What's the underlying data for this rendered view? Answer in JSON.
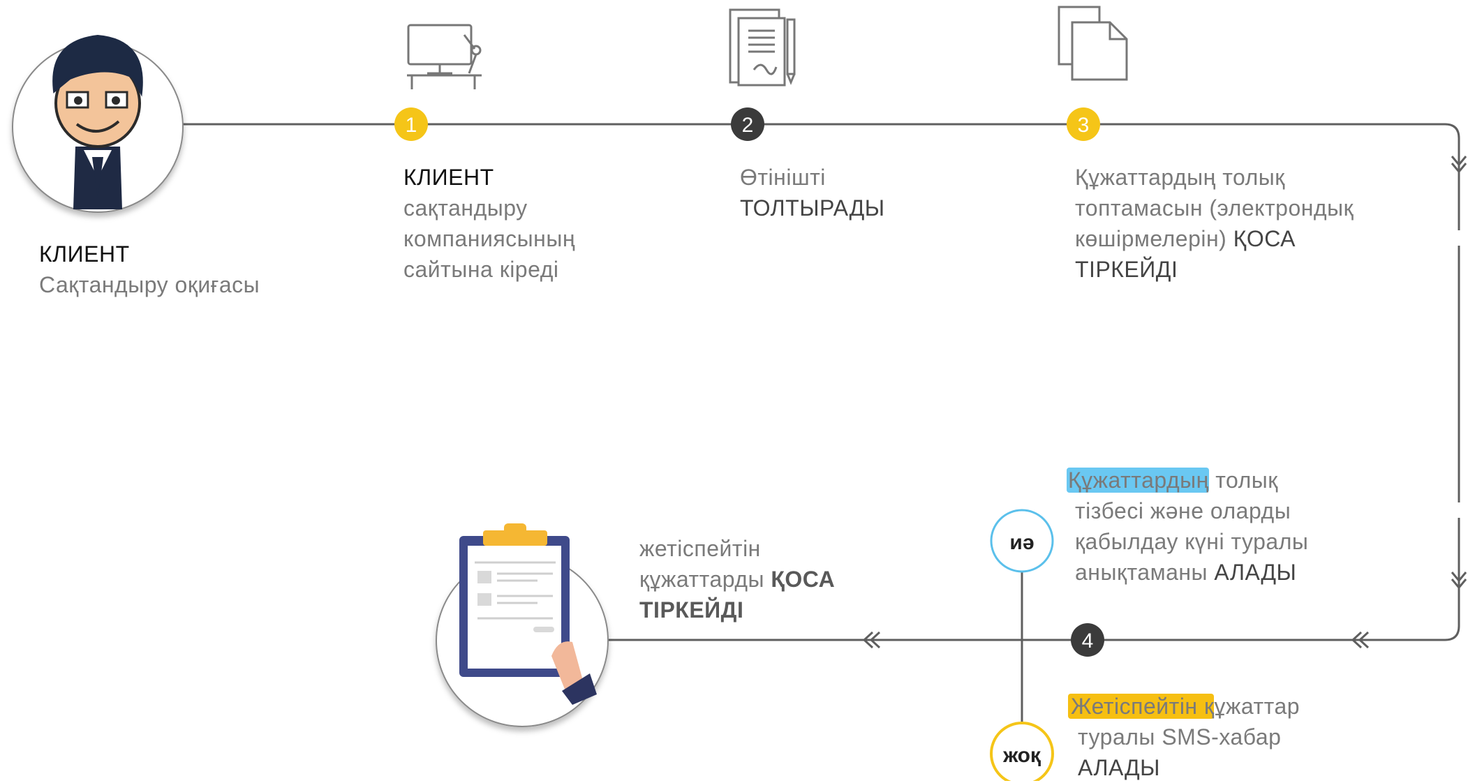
{
  "client": {
    "title": "КЛИЕНТ",
    "subtitle": "Сақтандыру оқиғасы"
  },
  "steps": [
    {
      "number": "1",
      "color": "#f5c518",
      "line1": "КЛИЕНТ",
      "line2": "сақтандыру",
      "line3": "компаниясының",
      "line4": "сайтына кіреді"
    },
    {
      "number": "2",
      "color": "#3b3b3b",
      "line1": "Өтінішті",
      "line2": "ТОЛТЫРАДЫ"
    },
    {
      "number": "3",
      "color": "#f5c518",
      "line1": "Құжаттардың толық",
      "line2": "топтамасын (электрондық",
      "line3_a": "көшірмелерін) ",
      "line3_b": "ҚОСА",
      "line4": "ТІРКЕЙДІ"
    },
    {
      "number": "4",
      "color": "#3b3b3b"
    }
  ],
  "yes_branch": {
    "label": "иә",
    "highlight": "Құжаттардың",
    "line1_rest": " толық",
    "line2": "тізбесі және оларды",
    "line3": "қабылдау күні туралы",
    "line4_a": "анықтаманы ",
    "line4_b": "АЛАДЫ",
    "color": "#5bc0eb"
  },
  "no_branch": {
    "label": "жоқ",
    "highlight": "Жетіспейтін қ",
    "line1_rest": "ұжаттар",
    "line2": "туралы SMS-хабар",
    "line3": "АЛАДЫ",
    "color": "#f5c518"
  },
  "attach": {
    "line1": "жетіспейтін",
    "line2_a": "құжаттарды ",
    "line2_b": "ҚОСА",
    "line3": "ТІРКЕЙДІ"
  },
  "icons": {
    "client": "client-avatar-icon",
    "step1": "computer-workstation-icon",
    "step2": "document-sign-icon",
    "step3": "copy-documents-icon",
    "clipboard": "clipboard-hand-icon",
    "arrows": "double-chevron-arrow-icon"
  },
  "colors": {
    "line": "#5f5f5f",
    "yellow": "#f5c518",
    "dark": "#3b3b3b",
    "blue_highlight": "#6ac8f2",
    "yellow_highlight": "#f6bf12"
  }
}
